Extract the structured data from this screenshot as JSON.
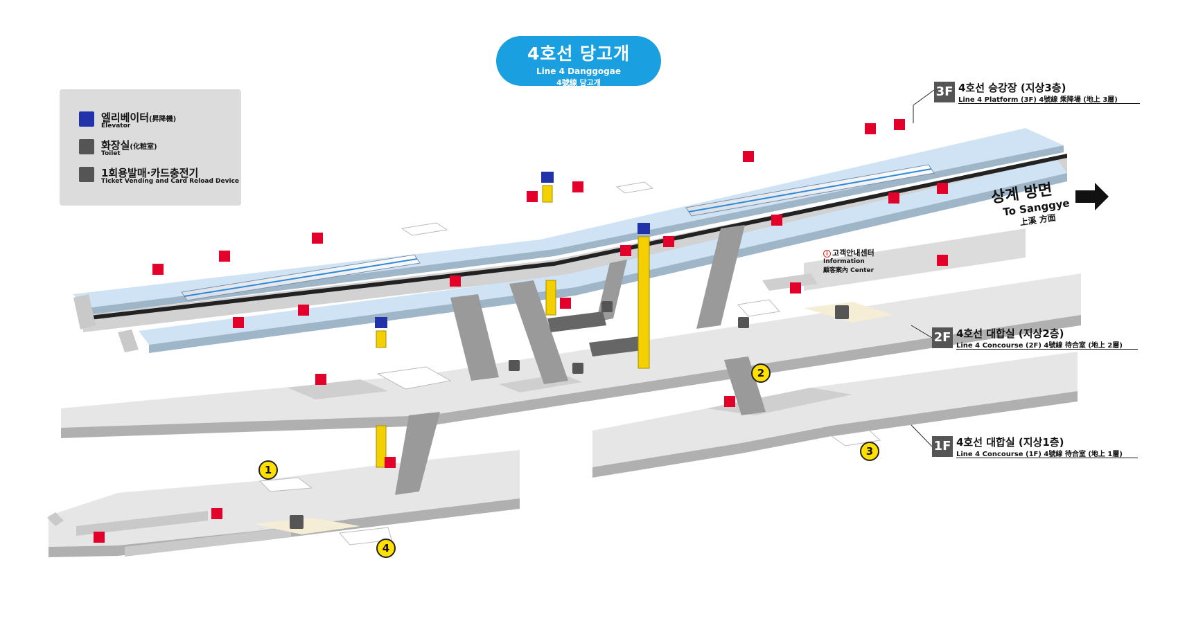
{
  "title": {
    "korean": "4호선 당고개",
    "english": "Line 4 Danggogae",
    "hanja": "4號線  당고개"
  },
  "legend": {
    "elevator": {
      "label": "엘리베이터",
      "hanja": "(昇降機)",
      "sub": "Elevator"
    },
    "toilet": {
      "label": "화장실",
      "hanja": "(化粧室)",
      "sub": "Toilet"
    },
    "ticket": {
      "label": "1회용발매·카드충전기",
      "sub": "Ticket Vending and Card Reload Device"
    }
  },
  "floors": [
    {
      "badge": "3F",
      "title": "4호선 승강장 (지상3층)",
      "subtitle": "Line 4 Platform (3F) 4號線 乘降場 (地上 3層)"
    },
    {
      "badge": "2F",
      "title": "4호선 대합실 (지상2층)",
      "subtitle": "Line 4 Concourse (2F) 4號線 待合室 (地上 2層)"
    },
    {
      "badge": "1F",
      "title": "4호선 대합실 (지상1층)",
      "subtitle": "Line 4 Concourse (1F) 4號線 待合室 (地上 1層)"
    }
  ],
  "direction": {
    "korean": "상계 방면",
    "english": "To Sanggye",
    "hanja": "上溪 方面"
  },
  "information": {
    "korean": "고객안내센터",
    "english": "Information",
    "hanja": "顧客案內  Center",
    "marker": "i"
  },
  "exits": [
    "1",
    "2",
    "3",
    "4"
  ],
  "colors": {
    "title_blue": "#1aa0e0",
    "platform_blue": "#cfe3f4",
    "floor_gray": "#e6e6e6",
    "floor_side": "#b5b5b5",
    "elevator_yellow": "#f5d000",
    "elevator_blue": "#2233aa",
    "extinguisher_red": "#e3002b",
    "exit_yellow": "#ffe000",
    "badge_gray": "#555555",
    "toilet_area": "#f6edd7"
  },
  "icons": [
    "elevator-icon",
    "toilet-icon",
    "ticket-machine-icon",
    "fire-extinguisher-icon",
    "emergency-phone-icon",
    "information-icon",
    "direction-arrow-icon"
  ]
}
